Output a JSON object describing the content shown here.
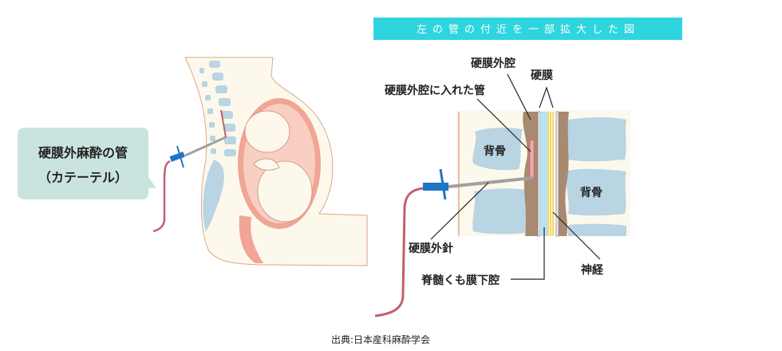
{
  "left_figure": {
    "callout_line1": "硬膜外麻酔の管",
    "callout_line2": "（カテーテル）"
  },
  "right_figure": {
    "banner": "左の管の付近を一部拡大した図",
    "labels": {
      "epidural_space": "硬膜外腔",
      "dura": "硬膜",
      "tube_in_epidural": "硬膜外腔に入れた管",
      "bone_left": "背骨",
      "bone_right": "背骨",
      "epidural_needle": "硬膜外針",
      "subarachnoid": "脊髄くも膜下腔",
      "nerve": "神経"
    }
  },
  "source": "出典:日本産科麻酔学会",
  "colors": {
    "banner": "#2fd5de",
    "callout": "#c9e4df",
    "bone": "#b9d4e3",
    "skin": "#fdf8ec",
    "uterus": "#f0a595",
    "ligament": "#a88a70",
    "nerve": "#f2cf3a",
    "needle_hub": "#1f74c4"
  }
}
